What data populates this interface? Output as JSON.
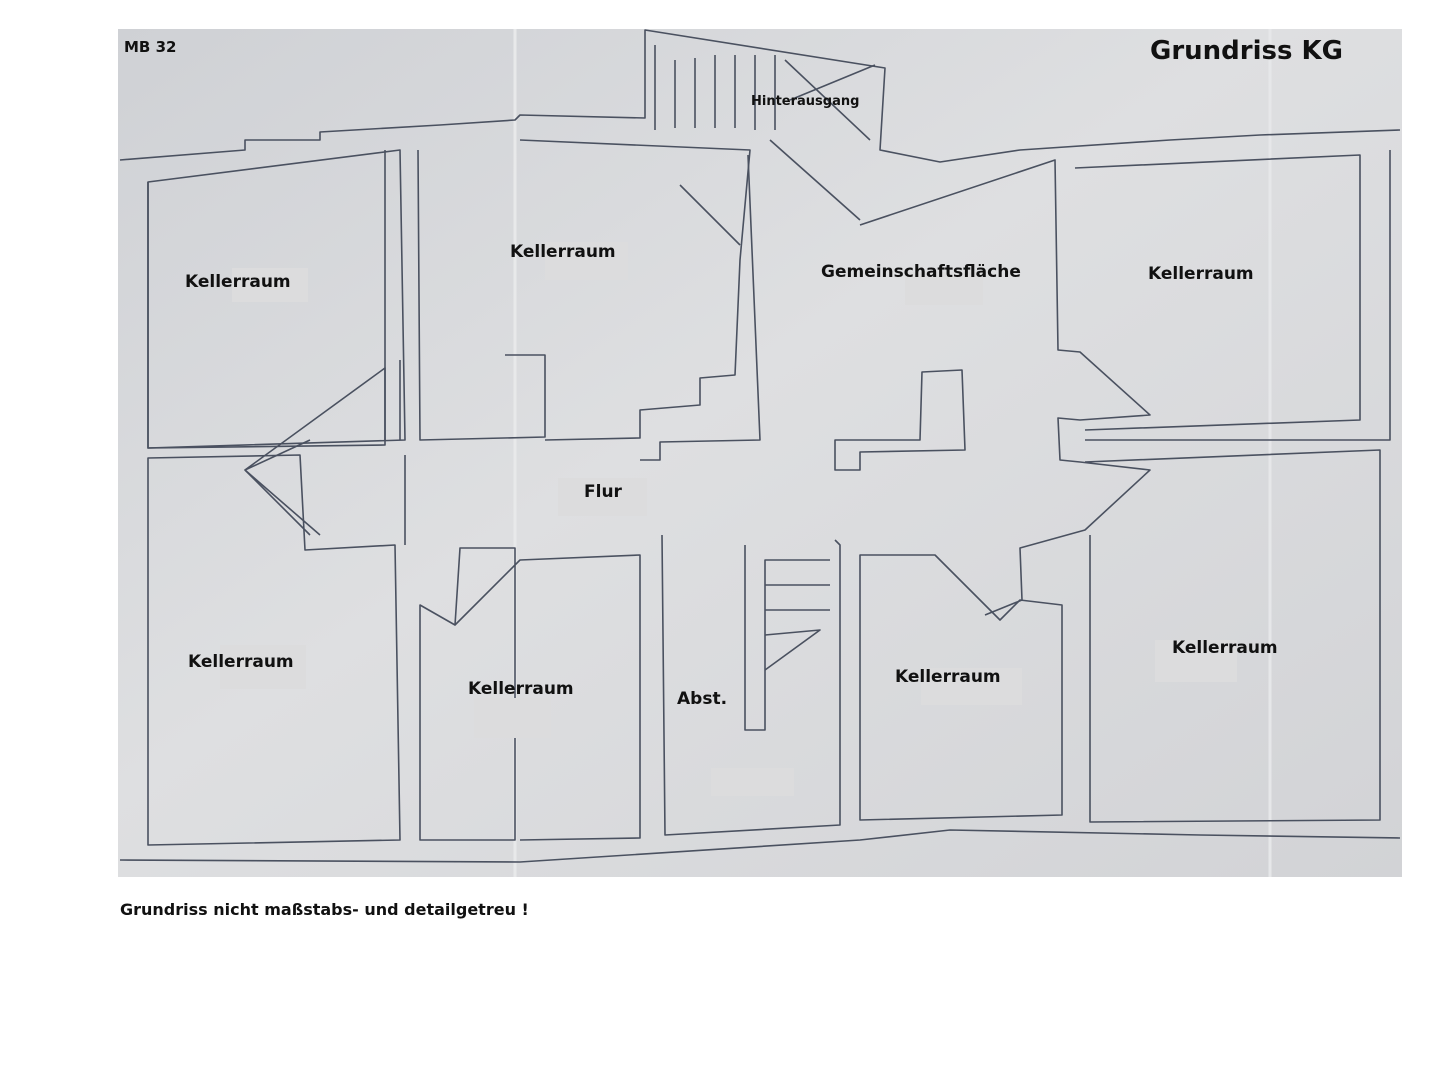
{
  "header": {
    "code": "MB 32",
    "title": "Grundriss KG"
  },
  "rooms": {
    "hinterausgang": "Hinterausgang",
    "keller_top_left": "Kellerraum",
    "keller_top_mid": "Kellerraum",
    "gemeinschaft": "Gemeinschaftsfläche",
    "keller_top_right": "Kellerraum",
    "flur": "Flur",
    "keller_bottom_left": "Kellerraum",
    "keller_bottom_mid": "Kellerraum",
    "abst": "Abst.",
    "keller_bottom_center_right": "Kellerraum",
    "keller_bottom_right": "Kellerraum"
  },
  "footer": {
    "note": "Grundriss nicht maßstabs- und detailgetreu !"
  },
  "colors": {
    "paper": "#d9dadc",
    "wall": "#4a5160",
    "label_patch": "#dcdcdd",
    "text": "#111111"
  }
}
